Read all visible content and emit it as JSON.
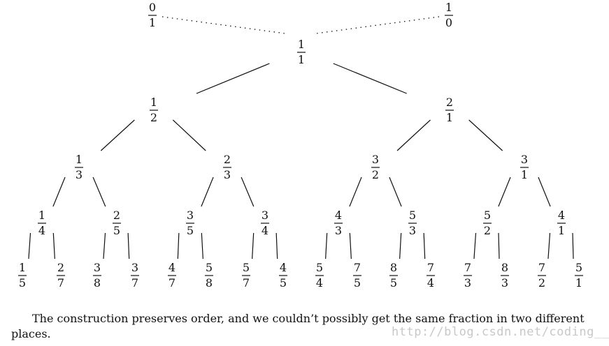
{
  "tree": {
    "boundaries": {
      "left": {
        "num": "0",
        "den": "1"
      },
      "right": {
        "num": "1",
        "den": "0"
      }
    },
    "levels": [
      [
        {
          "num": "1",
          "den": "1"
        }
      ],
      [
        {
          "num": "1",
          "den": "2"
        },
        {
          "num": "2",
          "den": "1"
        }
      ],
      [
        {
          "num": "1",
          "den": "3"
        },
        {
          "num": "2",
          "den": "3"
        },
        {
          "num": "3",
          "den": "2"
        },
        {
          "num": "3",
          "den": "1"
        }
      ],
      [
        {
          "num": "1",
          "den": "4"
        },
        {
          "num": "2",
          "den": "5"
        },
        {
          "num": "3",
          "den": "5"
        },
        {
          "num": "3",
          "den": "4"
        },
        {
          "num": "4",
          "den": "3"
        },
        {
          "num": "5",
          "den": "3"
        },
        {
          "num": "5",
          "den": "2"
        },
        {
          "num": "4",
          "den": "1"
        }
      ],
      [
        {
          "num": "1",
          "den": "5"
        },
        {
          "num": "2",
          "den": "7"
        },
        {
          "num": "3",
          "den": "8"
        },
        {
          "num": "3",
          "den": "7"
        },
        {
          "num": "4",
          "den": "7"
        },
        {
          "num": "5",
          "den": "8"
        },
        {
          "num": "5",
          "den": "7"
        },
        {
          "num": "4",
          "den": "5"
        },
        {
          "num": "5",
          "den": "4"
        },
        {
          "num": "7",
          "den": "5"
        },
        {
          "num": "8",
          "den": "5"
        },
        {
          "num": "7",
          "den": "4"
        },
        {
          "num": "7",
          "den": "3"
        },
        {
          "num": "8",
          "den": "3"
        },
        {
          "num": "7",
          "den": "2"
        },
        {
          "num": "5",
          "den": "1"
        }
      ]
    ]
  },
  "caption": {
    "line1": "The construction preserves order, and we couldn’t possibly get the same fraction in two different",
    "line2": "places."
  },
  "watermark": "http://blog.csdn.net/coding__girl"
}
